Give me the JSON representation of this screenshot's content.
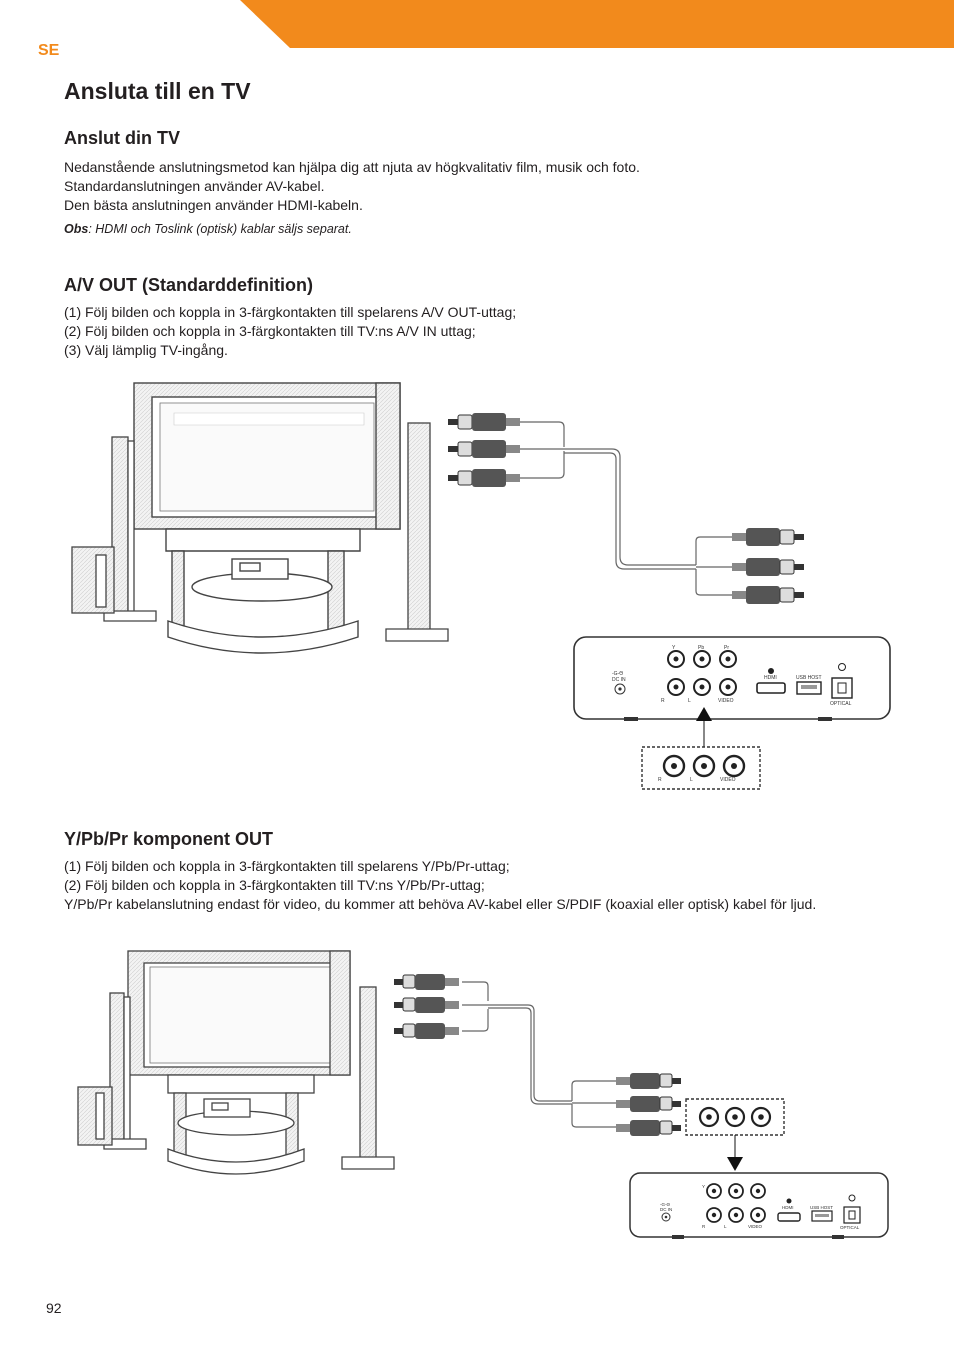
{
  "header": {
    "language_code": "SE",
    "accent_color": "#f28a1c"
  },
  "title": "Ansluta till en TV",
  "section_connect": {
    "heading": "Anslut din TV",
    "lines": [
      "Nedanstående anslutningsmetod kan hjälpa dig att njuta av högkvalitativ film, musik och foto.",
      "Standardanslutningen använder AV-kabel.",
      "Den bästa anslutningen använder HDMI-kabeln."
    ],
    "note_label": "Obs",
    "note_text": ": HDMI och Toslink (optisk) kablar säljs separat."
  },
  "section_av": {
    "heading": "A/V OUT (Standarddefinition)",
    "steps": [
      "(1) Följ bilden och koppla in 3-färgkontakten till spelarens A/V OUT-uttag;",
      "(2) Följ bilden och koppla in 3-färgkontakten till TV:ns A/V IN uttag;",
      "(3) Välj lämplig TV-ingång."
    ]
  },
  "section_component": {
    "heading": "Y/Pb/Pr komponent OUT",
    "steps": [
      "(1) Följ bilden och koppla in 3-färgkontakten till spelarens Y/Pb/Pr-uttag;",
      "(2) Följ bilden och koppla in 3-färgkontakten till TV:ns Y/Pb/Pr-uttag;",
      "Y/Pb/Pr kabelanslutning endast för video, du kommer att behöva AV-kabel eller S/PDIF (koaxial eller optisk) kabel för ljud."
    ]
  },
  "device_labels": {
    "dc_in": "DC IN",
    "hdmi": "HDMI",
    "usb_host": "USB HOST",
    "optical": "OPTICAL",
    "video": "VIDEO",
    "r": "R",
    "l": "L",
    "y": "Y",
    "pb": "Pb",
    "pr": "Pr"
  },
  "page_number": "92"
}
